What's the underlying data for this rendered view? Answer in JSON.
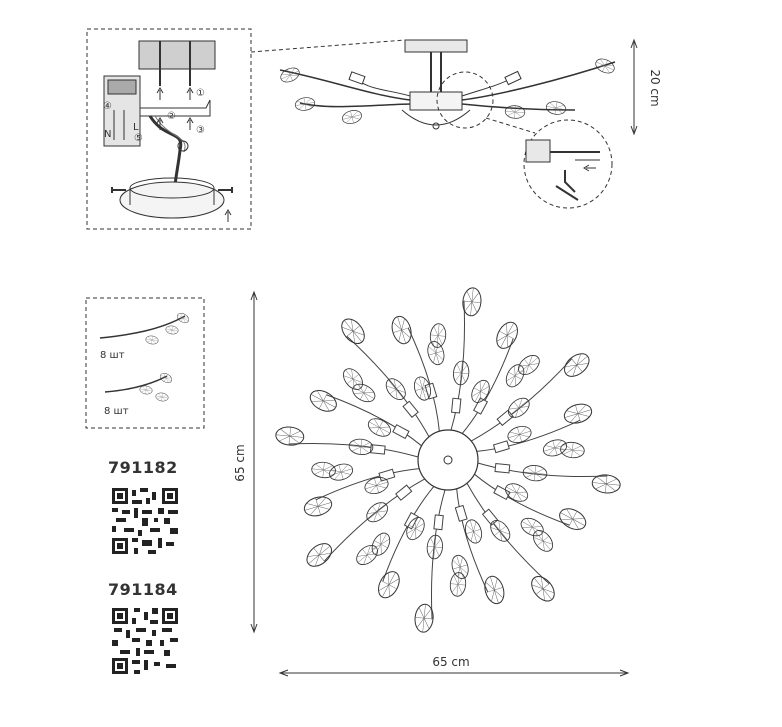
{
  "dimensions": {
    "height_label": "20 cm",
    "diameter_label": "65 cm",
    "width_label": "65 cm"
  },
  "arms_inset": {
    "arm_a_count": "8 шт",
    "arm_b_count": "8 шт"
  },
  "wiring_steps": [
    "①",
    "②",
    "③",
    "④",
    "⑤"
  ],
  "wiring_letters": [
    "N",
    "L"
  ],
  "products": [
    {
      "code": "791182"
    },
    {
      "code": "791184"
    }
  ]
}
